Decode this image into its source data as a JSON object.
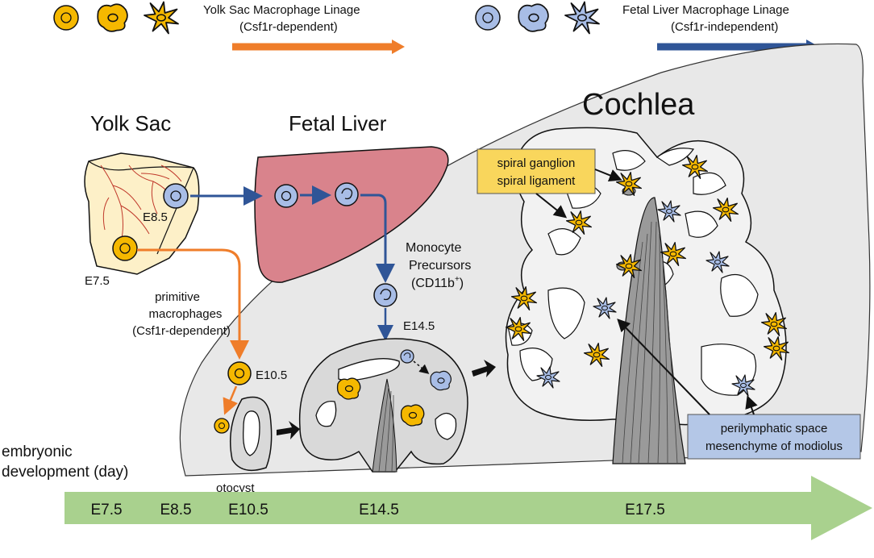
{
  "legend": {
    "yolk_sac_lineage": "Yolk Sac Macrophage Linage",
    "yolk_sac_dependency": "(Csf1r-dependent)",
    "fetal_liver_lineage": "Fetal Liver Macrophage Linage",
    "fetal_liver_dependency": "(Csf1r-independent)"
  },
  "organs": {
    "yolk_sac": "Yolk Sac",
    "fetal_liver": "Fetal Liver",
    "cochlea": "Cochlea"
  },
  "labels": {
    "e8_5": "E8.5",
    "e7_5": "E7.5",
    "primitive_1": "primitive",
    "primitive_2": "macrophages",
    "primitive_3": "(Csf1r-dependent)",
    "monocyte_1": "Monocyte",
    "monocyte_2": "Precursors",
    "monocyte_3": "(CD11b",
    "monocyte_sup": "+",
    "monocyte_close": ")",
    "e14_5": "E14.5",
    "e10_5": "E10.5",
    "otocyst": "otocyst",
    "spiral_1": "spiral ganglion",
    "spiral_2": "spiral ligament",
    "peri_1": "perilymphatic space",
    "peri_2": "mesenchyme of modiolus",
    "embryonic_1": "embryonic",
    "embryonic_2": "development (day)"
  },
  "timeline": {
    "ticks": [
      "E7.5",
      "E8.5",
      "E10.5",
      "E14.5",
      "E17.5"
    ]
  },
  "colors": {
    "yolk": "#f5b800",
    "blue_cell": "#a8bde6",
    "orange_arrow": "#ef7d2a",
    "blue_arrow": "#2f5597",
    "timeline": "#a9d18e",
    "liver": "#d9838c",
    "yolk_sac_fill": "#fdf0c8",
    "cochlea_bg": "#e8e8e8",
    "yellow_box": "#f9d65c",
    "blue_box": "#b4c7e7"
  }
}
